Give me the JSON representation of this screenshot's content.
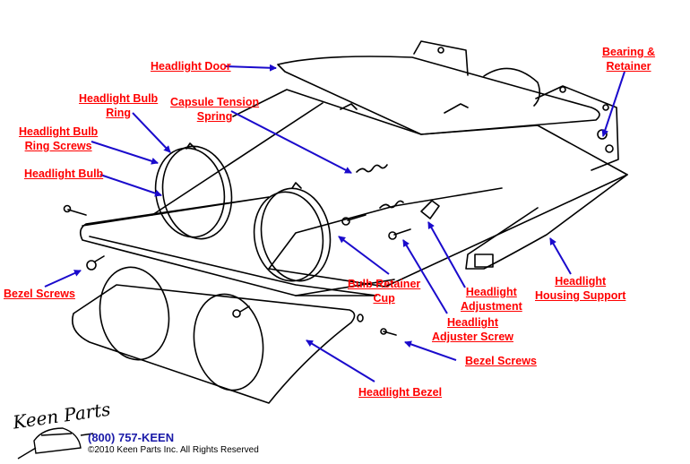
{
  "diagram": {
    "title": "Headlight Assembly Diagram",
    "label_color": "#ff0000",
    "arrow_color": "#1a0acc",
    "labels": [
      {
        "id": "headlight-door",
        "lines": [
          "Headlight Door"
        ]
      },
      {
        "id": "bearing-retainer",
        "lines": [
          "Bearing &",
          "Retainer"
        ]
      },
      {
        "id": "headlight-bulb-ring",
        "lines": [
          "Headlight Bulb",
          "Ring"
        ]
      },
      {
        "id": "capsule-tension-spring",
        "lines": [
          "Capsule Tension",
          "Spring"
        ]
      },
      {
        "id": "headlight-bulb-ring-screws",
        "lines": [
          "Headlight Bulb",
          "Ring Screws"
        ]
      },
      {
        "id": "headlight-bulb",
        "lines": [
          "Headlight Bulb"
        ]
      },
      {
        "id": "bezel-screws-left",
        "lines": [
          "Bezel Screws"
        ]
      },
      {
        "id": "bulb-retainer-cup",
        "lines": [
          "Bulb Retainer",
          "Cup"
        ]
      },
      {
        "id": "headlight-adjustment",
        "lines": [
          "Headlight",
          "Adjustment"
        ]
      },
      {
        "id": "headlight-housing-support",
        "lines": [
          "Headlight",
          "Housing Support"
        ]
      },
      {
        "id": "headlight-adjuster-screw",
        "lines": [
          "Headlight",
          "Adjuster Screw"
        ]
      },
      {
        "id": "bezel-screws-right",
        "lines": [
          "Bezel Screws"
        ]
      },
      {
        "id": "headlight-bezel",
        "lines": [
          "Headlight Bezel"
        ]
      }
    ]
  },
  "footer": {
    "logo_text": "Keen Parts",
    "phone": "(800) 757-KEEN",
    "copyright": "©2010 Keen Parts Inc. All Rights Reserved"
  }
}
